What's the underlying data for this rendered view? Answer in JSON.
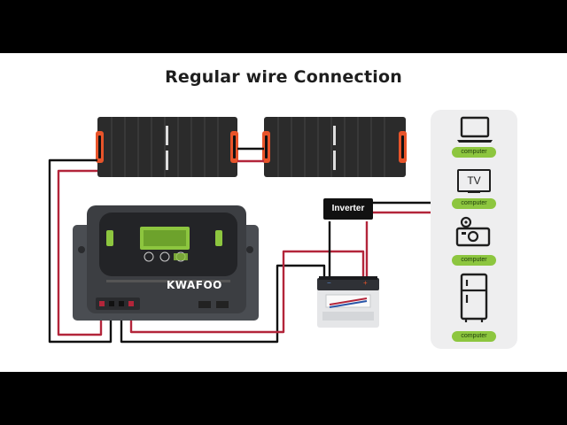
{
  "title": "Regular wire Connection",
  "inverter_label": "Inverter",
  "controller_brand": "KWAFOO",
  "colors": {
    "accent_green": "#8dc63f",
    "wire_red": "#b3253a",
    "wire_black": "#111111",
    "panel_orange": "#e8542a"
  },
  "devices": [
    {
      "icon": "laptop-icon",
      "label": "computer"
    },
    {
      "icon": "tv-icon",
      "icon_text": "TV",
      "label": "computer"
    },
    {
      "icon": "camera-icon",
      "label": "computer"
    },
    {
      "icon": "refrigerator-icon",
      "label": "computer"
    }
  ]
}
